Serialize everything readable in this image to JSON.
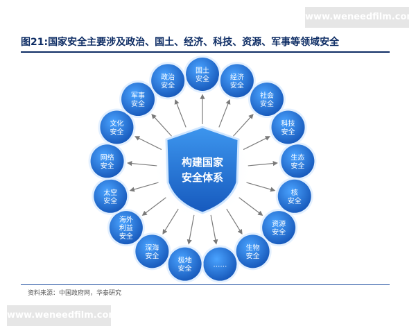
{
  "watermark": "www.weneedfilm.com",
  "title": "图21:国家安全主要涉及政治、国土、经济、科技、资源、军事等领域安全",
  "center": [
    "构建国家",
    "安全体系"
  ],
  "nodes": [
    [
      "国土",
      "安全"
    ],
    [
      "经济",
      "安全"
    ],
    [
      "社会",
      "安全"
    ],
    [
      "科技",
      "安全"
    ],
    [
      "生态",
      "安全"
    ],
    [
      "核",
      "安全"
    ],
    [
      "资源",
      "安全"
    ],
    [
      "生物",
      "安全"
    ],
    [
      "……"
    ],
    [
      "极地",
      "安全"
    ],
    [
      "深海",
      "安全"
    ],
    [
      "海外",
      "利益",
      "安全"
    ],
    [
      "太空",
      "安全"
    ],
    [
      "网络",
      "安全"
    ],
    [
      "文化",
      "安全"
    ],
    [
      "军事",
      "安全"
    ],
    [
      "政治",
      "安全"
    ]
  ],
  "source": "资料来源：中国政府网，华泰研究",
  "colors": {
    "title": "#0d2c64",
    "node": "#1f6fd6",
    "shield": "#1f78d6",
    "arrow": "#7a7a7a",
    "rule": "#1f4fa0"
  }
}
